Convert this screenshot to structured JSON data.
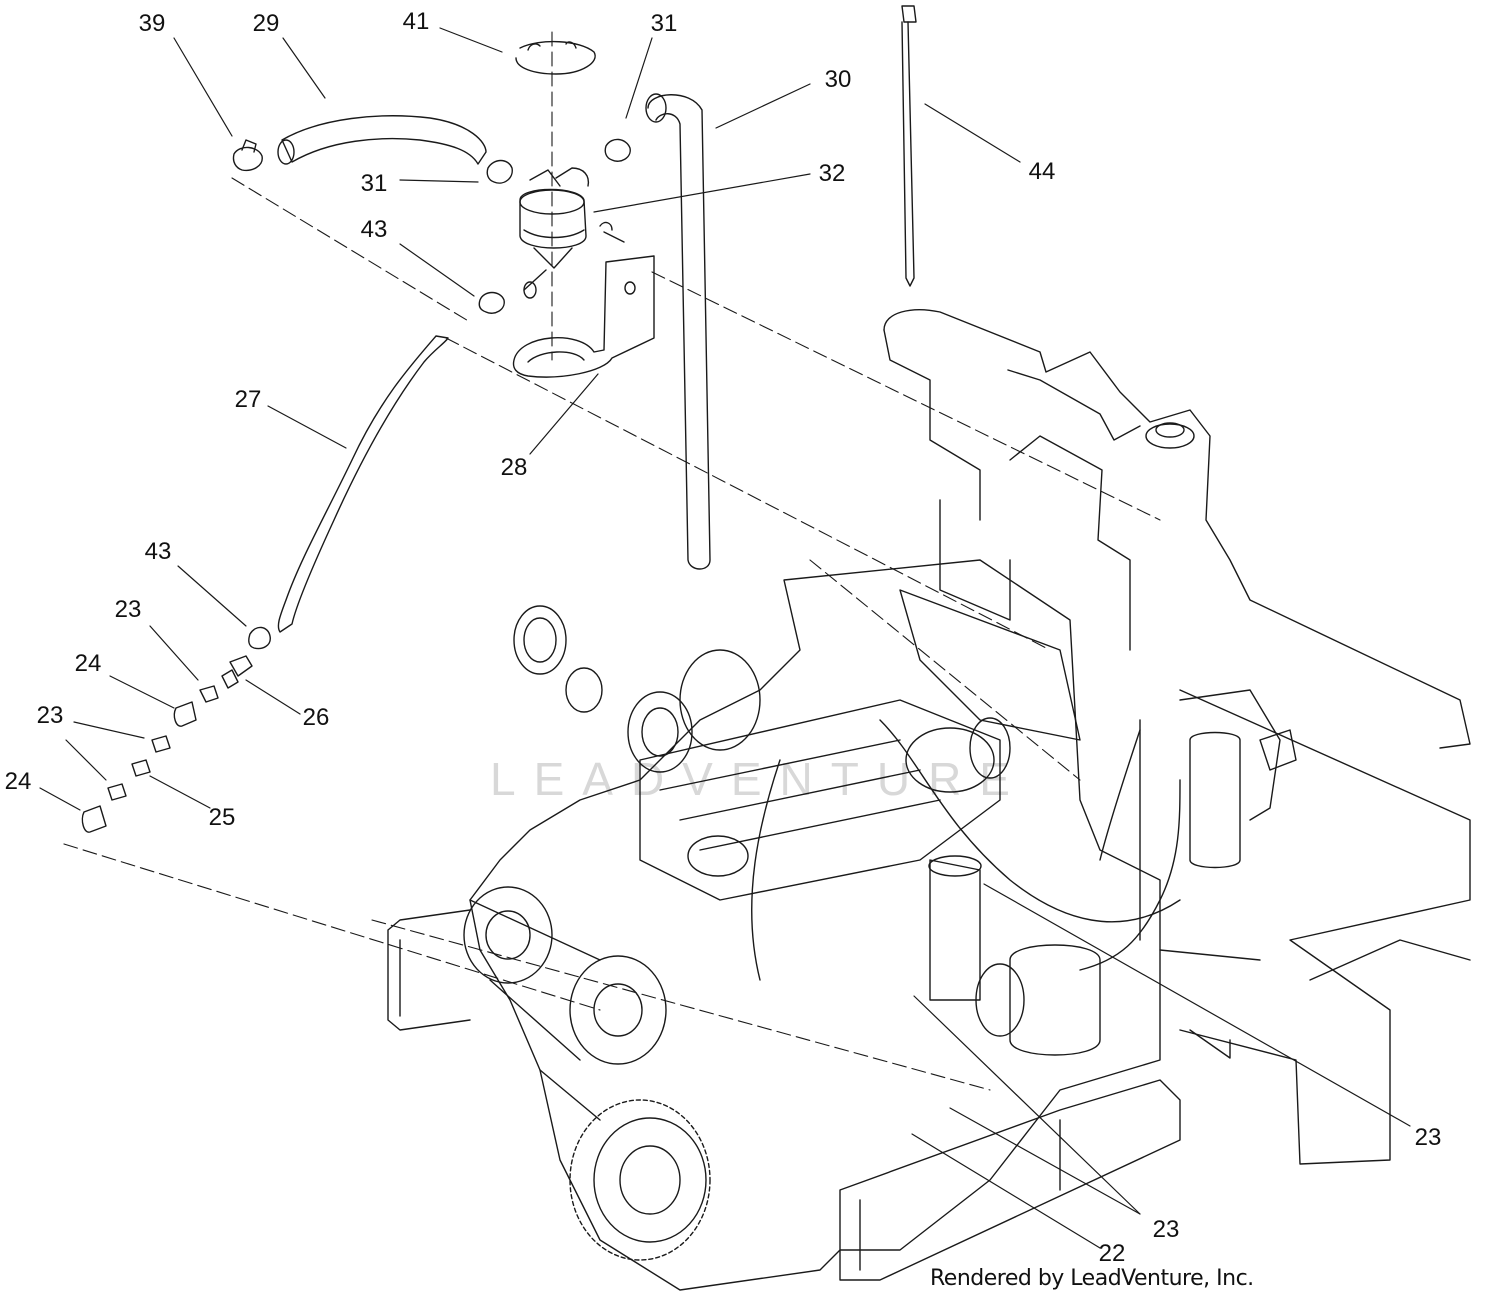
{
  "diagram": {
    "callouts": [
      {
        "id": "c39",
        "label": "39"
      },
      {
        "id": "c29",
        "label": "29"
      },
      {
        "id": "c41",
        "label": "41"
      },
      {
        "id": "c31a",
        "label": "31"
      },
      {
        "id": "c30",
        "label": "30"
      },
      {
        "id": "c44",
        "label": "44"
      },
      {
        "id": "c31b",
        "label": "31"
      },
      {
        "id": "c32",
        "label": "32"
      },
      {
        "id": "c43a",
        "label": "43"
      },
      {
        "id": "c27",
        "label": "27"
      },
      {
        "id": "c28",
        "label": "28"
      },
      {
        "id": "c43b",
        "label": "43"
      },
      {
        "id": "c23a",
        "label": "23"
      },
      {
        "id": "c24a",
        "label": "24"
      },
      {
        "id": "c26",
        "label": "26"
      },
      {
        "id": "c23b",
        "label": "23"
      },
      {
        "id": "c23c",
        "label": "23"
      },
      {
        "id": "c24b",
        "label": "24"
      },
      {
        "id": "c25",
        "label": "25"
      },
      {
        "id": "c23d",
        "label": "23"
      },
      {
        "id": "c23e",
        "label": "23"
      },
      {
        "id": "c22",
        "label": "22"
      }
    ],
    "credit": "Rendered by LeadVenture, Inc.",
    "watermark": "LEADVENTURE",
    "line_color": "#1a1a1a"
  }
}
